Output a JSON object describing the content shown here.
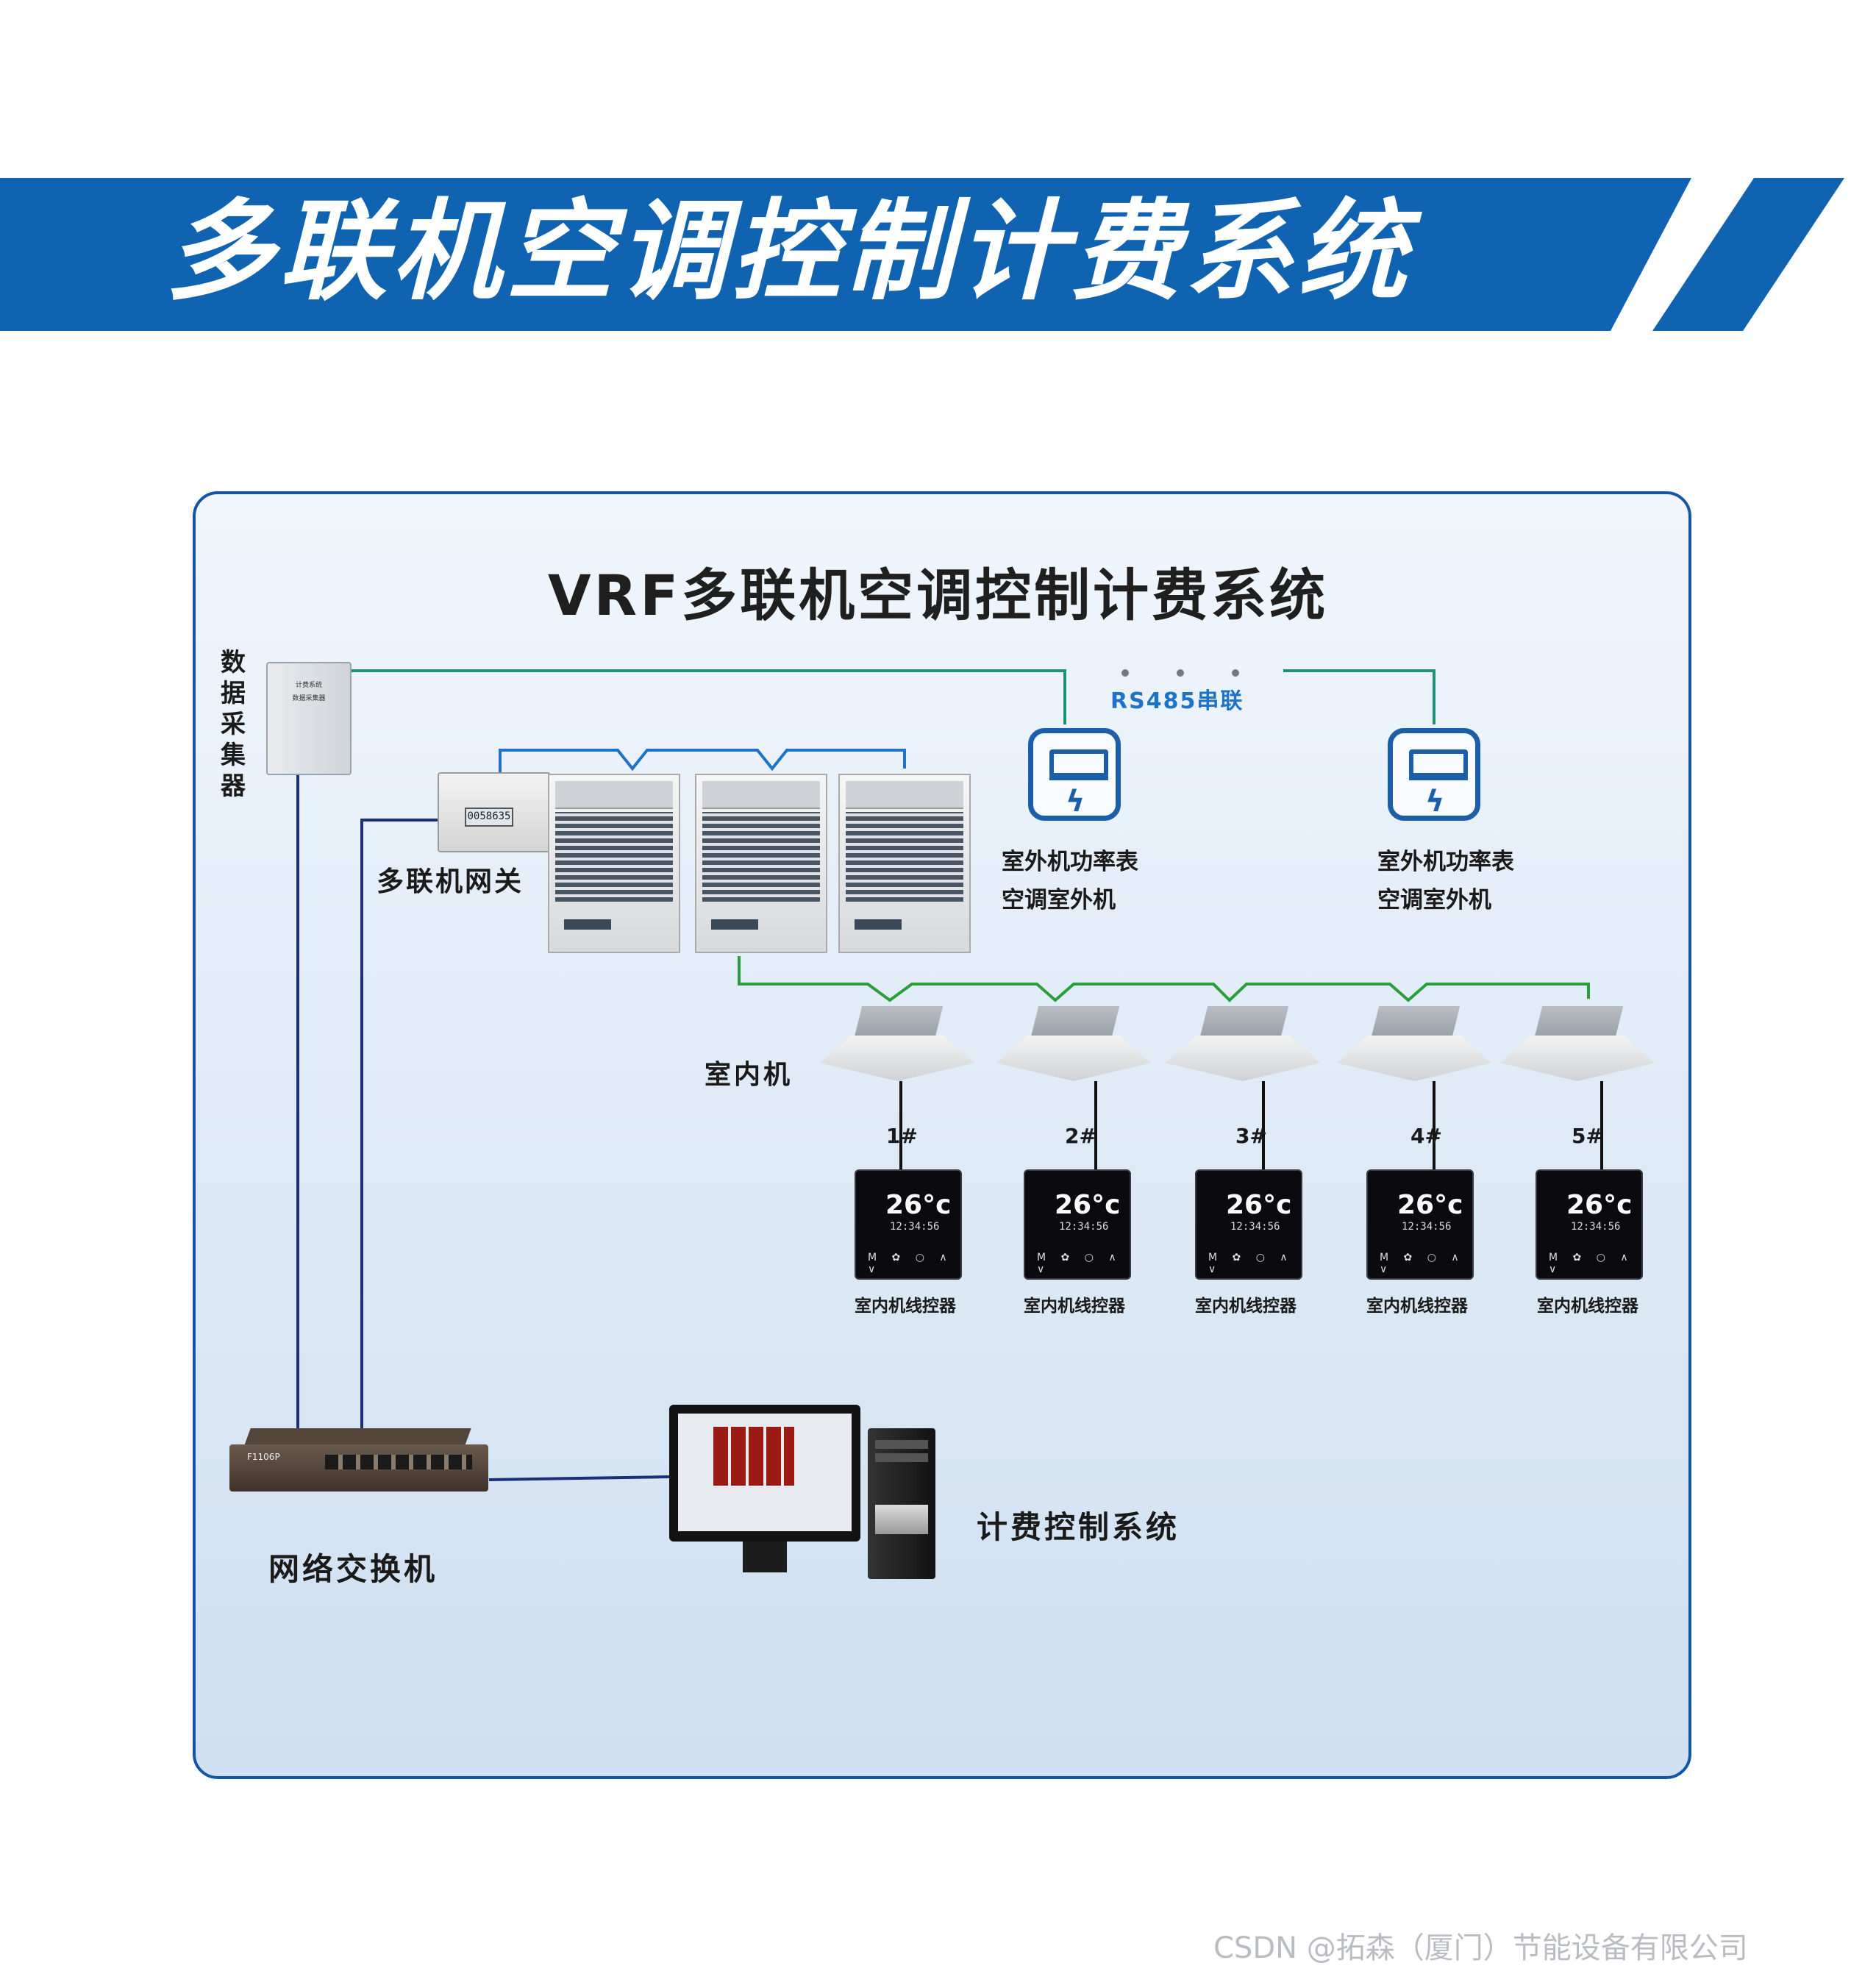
{
  "banner": {
    "title": "多联机空调控制计费系统"
  },
  "diagram": {
    "title": "VRF多联机空调控制计费系统",
    "data_collector": {
      "label": "数据采集器",
      "device_text": [
        "计费系统",
        "数据采集器"
      ]
    },
    "rs485_label": "RS485串联",
    "power_meters": [
      {
        "line1": "室外机功率表",
        "line2": "空调室外机"
      },
      {
        "line1": "室外机功率表",
        "line2": "空调室外机"
      }
    ],
    "gateway": {
      "label": "多联机网关",
      "display": "0058635"
    },
    "indoor_label": "室内机",
    "indoor_units": [
      {
        "number": "1#",
        "controller_label": "室内机线控器"
      },
      {
        "number": "2#",
        "controller_label": "室内机线控器"
      },
      {
        "number": "3#",
        "controller_label": "室内机线控器"
      },
      {
        "number": "4#",
        "controller_label": "室内机线控器"
      },
      {
        "number": "5#",
        "controller_label": "室内机线控器"
      }
    ],
    "thermostat": {
      "temperature": "26°c",
      "time": "12:34:56",
      "buttons": "M ✿ ○ ∧ ∨"
    },
    "switch": {
      "label": "网络交换机",
      "model": "F1106P"
    },
    "billing_system": {
      "label": "计费控制系统"
    }
  },
  "watermark": "CSDN @拓森（厦门）节能设备有限公司",
  "colors": {
    "banner_blue": "#0f63b0",
    "panel_border": "#1555a6",
    "wire_blue": "#1e73c8",
    "wire_green": "#2a9e3a",
    "wire_teal": "#1f8f7a",
    "wire_navy": "#1c2f7a"
  }
}
